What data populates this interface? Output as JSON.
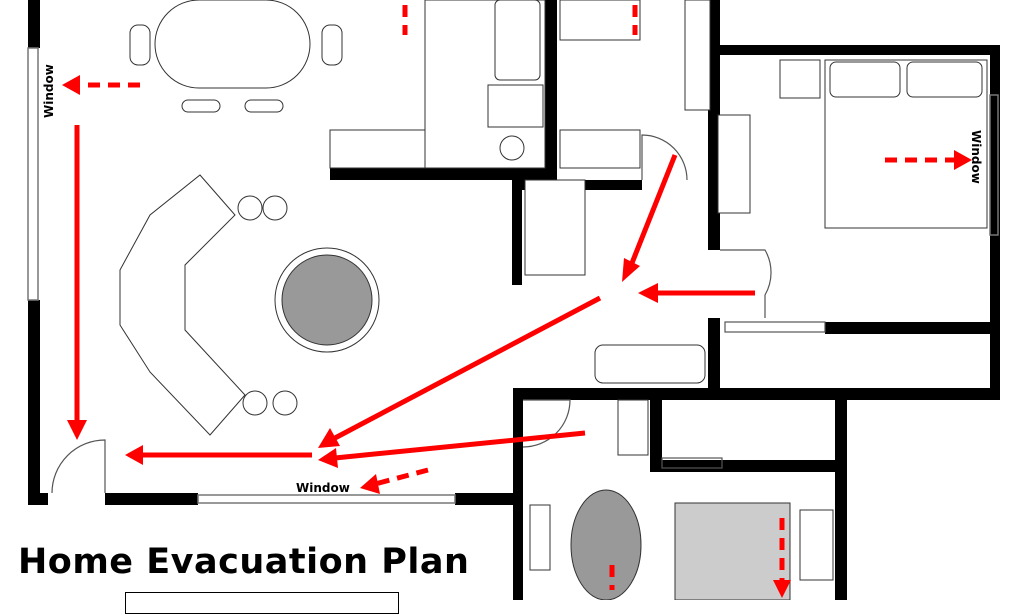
{
  "title": "Home Evacuation Plan",
  "labels": {
    "window_left": "Window",
    "window_bottom": "Window",
    "window_right": "Window"
  },
  "colors": {
    "route": "#ff0000",
    "wall": "#000000"
  }
}
